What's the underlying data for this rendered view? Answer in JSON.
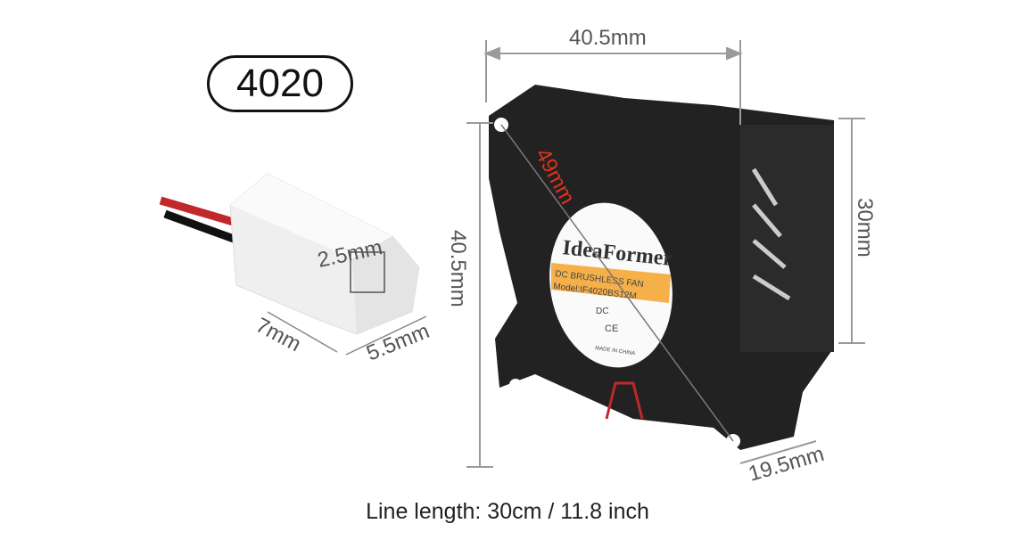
{
  "model_badge": "4020",
  "dimensions": {
    "top_width": "40.5mm",
    "side_height": "40.5mm",
    "diagonal": "49mm",
    "depth": "30mm",
    "outlet": "19.5mm",
    "connector_height": "2.5mm",
    "connector_length": "7mm",
    "connector_width": "5.5mm"
  },
  "fan_label": {
    "brand": "IdeaFormer",
    "line1": "DC BRUSHLESS FAN",
    "line2": "Model:IF4020BS12M",
    "line3": "DC",
    "mark": "CE",
    "origin": "MADE IN CHINA"
  },
  "caption": "Line length: 30cm / 11.8 inch",
  "colors": {
    "dimension_line": "#9a9a9a",
    "diagonal_label": "#e0321c",
    "label_band": "#f6b04a",
    "fan_body": "#222222"
  }
}
